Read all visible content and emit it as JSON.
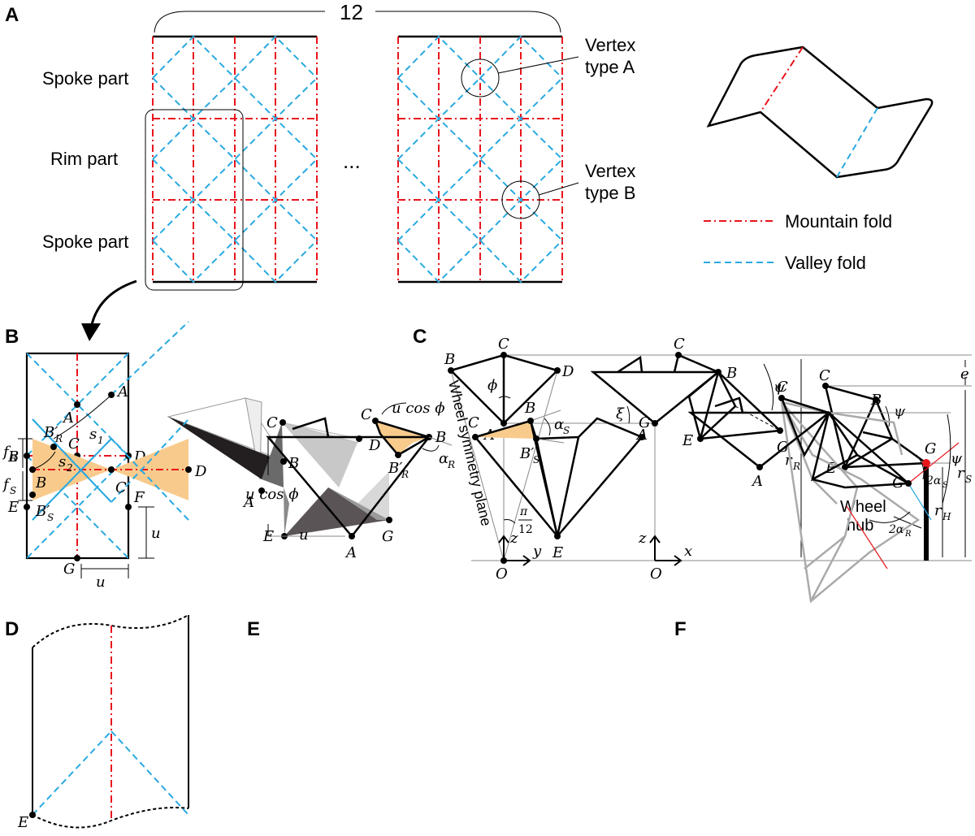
{
  "panels": {
    "a": "A",
    "b": "B",
    "c": "C",
    "d": "D",
    "e": "E",
    "f": "F"
  },
  "panel_a": {
    "count": "12",
    "ellipsis": "...",
    "spoke_part_top": "Spoke part",
    "rim_part": "Rim part",
    "spoke_part_bottom": "Spoke part",
    "vertex_a_line1": "Vertex",
    "vertex_a_line2": "type A",
    "vertex_b_line1": "Vertex",
    "vertex_b_line2": "type B",
    "legend_mountain": "Mountain fold",
    "legend_valley": "Valley fold"
  },
  "panel_b": {
    "pts": {
      "A": "A",
      "B": "B",
      "C": "C",
      "D": "D",
      "E": "E",
      "F": "F",
      "G": "G"
    },
    "u": "u"
  },
  "panel_c": {
    "pts": {
      "A": "A",
      "B": "B",
      "C": "C",
      "D": "D",
      "E": "E",
      "G": "G",
      "O": "O"
    },
    "phi": "ϕ",
    "xi": "ξ",
    "psi": "ψ",
    "pi": "π",
    "twelve": "12",
    "wheel_symmetry_plane": "Wheel symmetry plane",
    "z": "z",
    "y": "y",
    "x": "x",
    "e": "e",
    "r_R": "r",
    "r_R_sub": "R",
    "r_S": "r",
    "r_S_sub": "S",
    "r_H": "r",
    "r_H_sub": "H",
    "wheel_line1": "Wheel",
    "wheel_line2": "hub"
  },
  "panel_d": {
    "pts": {
      "A": "A",
      "B": "B",
      "C": "C",
      "D": "D",
      "E": "E"
    },
    "BR": "B′",
    "BR_sub": "R",
    "BS": "B′",
    "BS_sub": "S",
    "s1": "s",
    "s1_sub": "1",
    "s2": "s",
    "s2_sub": "2",
    "fR": "f",
    "fR_sub": "R",
    "fS": "f",
    "fS_sub": "S"
  },
  "panel_e": {
    "pts": {
      "A": "A",
      "B": "B",
      "C": "C",
      "E": "E",
      "G": "G"
    },
    "ucos_top": "u cos ϕ",
    "ucos_left": "u cos ϕ",
    "u": "u",
    "BR": "B′",
    "BR_sub": "R",
    "BS": "B′",
    "BS_sub": "S",
    "alphaR": "α",
    "alphaR_sub": "R",
    "alphaS": "α",
    "alphaS_sub": "S"
  },
  "panel_f": {
    "pts": {
      "A": "A",
      "C": "C",
      "G": "G"
    },
    "psi": "ψ",
    "two_alpha_s": "2α",
    "two_alpha_s_sub": "S",
    "two_alpha_r": "2α",
    "two_alpha_r_sub": "R"
  },
  "colors": {
    "mountain": "#e8141c",
    "valley": "#29a9e0",
    "highlight": "#f8cb8d",
    "hub_dot": "#e8141c"
  }
}
